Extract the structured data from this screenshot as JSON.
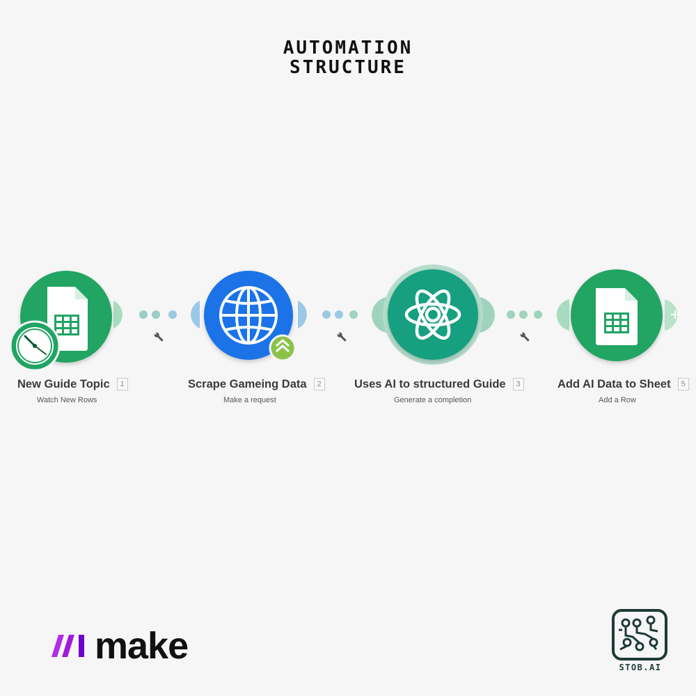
{
  "title": {
    "line1": "AUTOMATION",
    "line2": "STRUCTURE"
  },
  "modules": [
    {
      "label": "New Guide Topic",
      "index": "1",
      "subtitle": "Watch New Rows",
      "icon": "google-sheets-icon",
      "color": "#21a464",
      "badge_icon": "schedule-clock-icon"
    },
    {
      "label": "Scrape Gameing Data",
      "index": "2",
      "subtitle": "Make a request",
      "icon": "globe-icon",
      "color": "#1a73e8",
      "badge_icon": "double-chevron-up-icon"
    },
    {
      "label": "Uses AI to structured Guide",
      "index": "3",
      "subtitle": "Generate a completion",
      "icon": "openai-icon",
      "color": "#12a07f"
    },
    {
      "label": "Add AI Data to Sheet",
      "index": "5",
      "subtitle": "Add a Row",
      "icon": "google-sheets-icon",
      "color": "#21a464"
    }
  ],
  "connectors": [
    {
      "icon": "wrench-icon",
      "dot_color": "#9cccc8"
    },
    {
      "icon": "wrench-icon",
      "dot_color": "#9cc8e0"
    },
    {
      "icon": "wrench-icon",
      "dot_color": "#9fd3bd"
    }
  ],
  "brand": {
    "make_text": "make",
    "make_colors": [
      "#6d00cc",
      "#b02de9",
      "#ff00ff"
    ],
    "stob_text": "STOB.AI",
    "stob_icon": "circuit-board-icon",
    "stob_color": "#1d3a36"
  }
}
